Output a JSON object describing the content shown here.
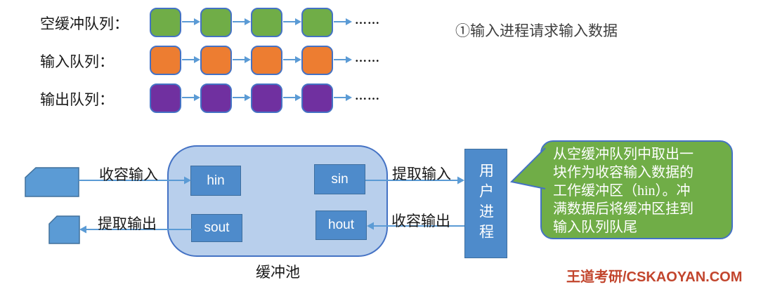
{
  "queues": {
    "rows": [
      {
        "label": "空缓冲队列：",
        "trail_dots": "……",
        "color": "#70AD47"
      },
      {
        "label": "输入队列：",
        "trail_dots": "……",
        "color": "#ED7D31"
      },
      {
        "label": "输出队列：",
        "trail_dots": "……",
        "color": "#7030A0"
      }
    ]
  },
  "step_note": "①输入进程请求输入数据",
  "buffer_pool": {
    "label": "缓冲池",
    "slots": {
      "hin": "hin",
      "sin": "sin",
      "sout": "sout",
      "hout": "hout"
    }
  },
  "user_process": {
    "label": "用户进程"
  },
  "arrows": {
    "store_input": "收容输入",
    "fetch_output": "提取输出",
    "fetch_input": "提取输入",
    "store_output": "收容输出"
  },
  "bubble": {
    "full_text": "从空缓冲队列中取出一块作为收容输入数据的工作缓冲区（hin）。冲满数据后将缓冲区挂到输入队列队尾",
    "lines": [
      "从空缓冲队列中取出一",
      "块作为收容输入数据的",
      "工作缓冲区（hin）。冲",
      "满数据后将缓冲区挂到",
      "输入队列队尾"
    ]
  },
  "watermark": "王道考研/CSKAOYAN.COM",
  "colors": {
    "queue-empty": "#70AD47",
    "queue-input": "#ED7D31",
    "queue-output": "#7030A0",
    "queue-border": "#4472C4",
    "arrow": "#5B9BD5",
    "pool-fill": "#B8CFEC",
    "pool-border": "#4472C4",
    "slot-fill": "#4E8BCB",
    "slot-border": "#3E6E9E",
    "bubble-fill": "#70AD47",
    "bubble-border": "#4472C4",
    "watermark": "#C2452D"
  }
}
